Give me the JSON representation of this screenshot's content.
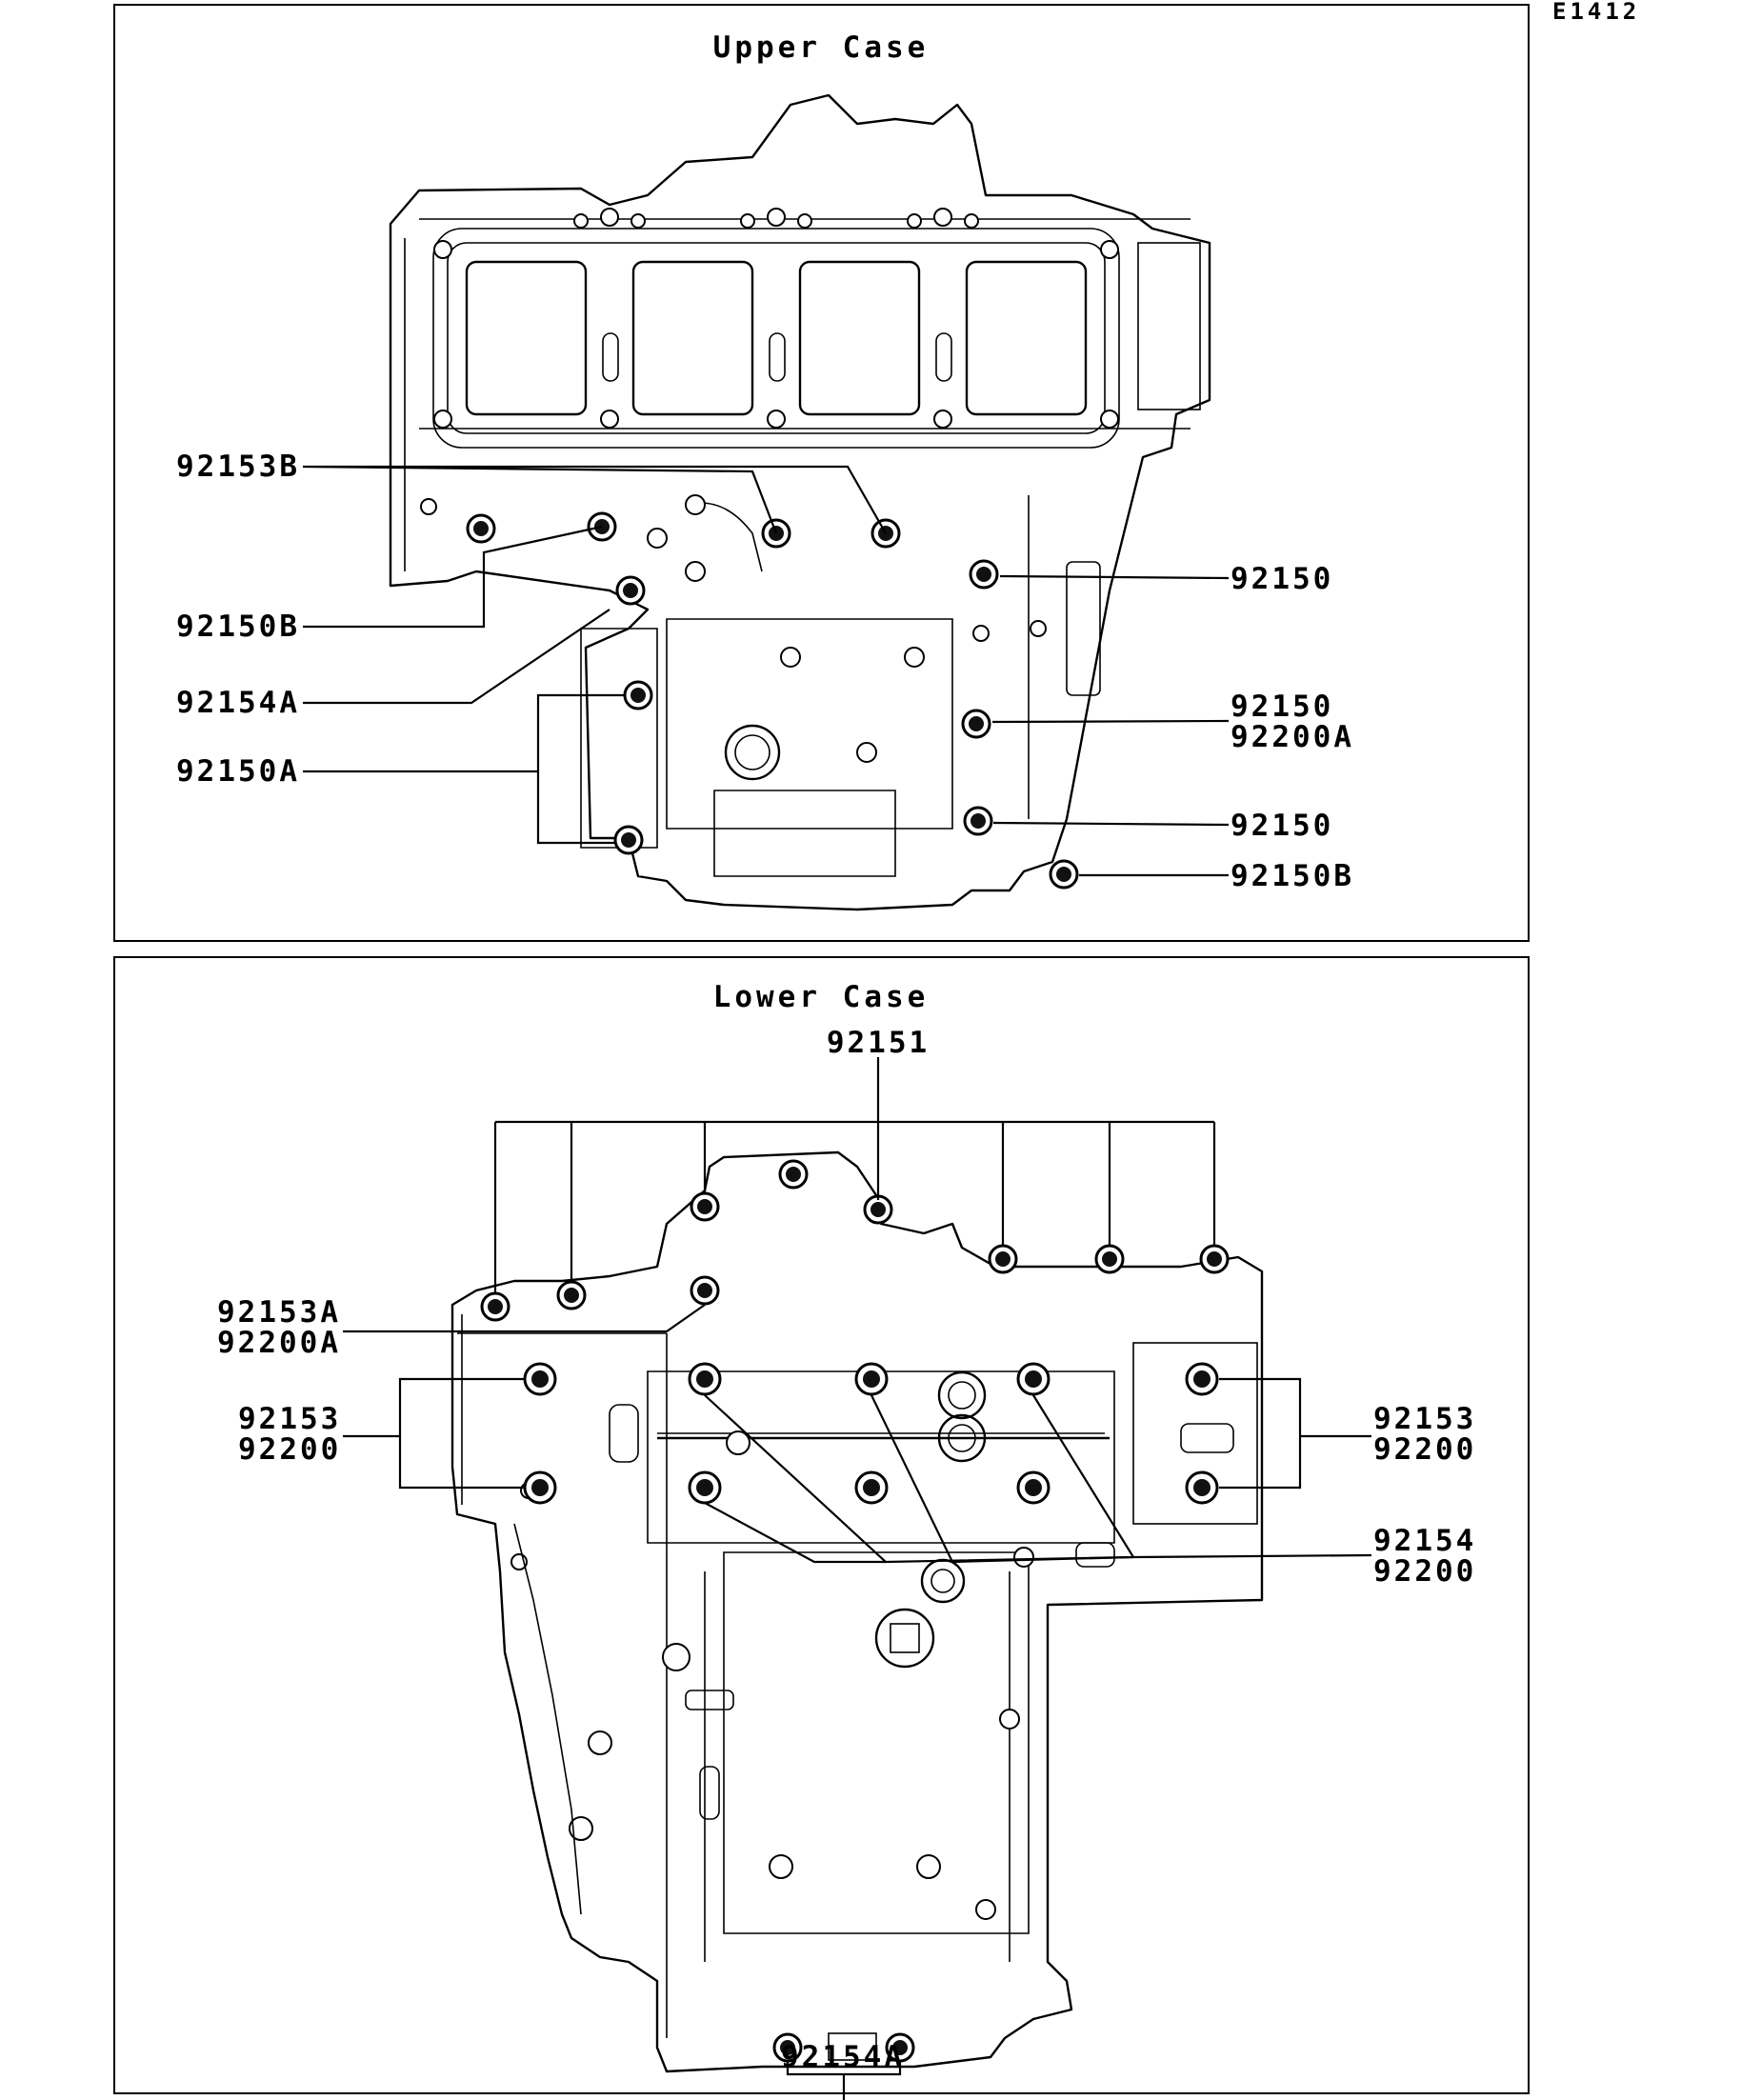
{
  "diagram_code": "E1412",
  "panels": {
    "upper": {
      "title": "Upper Case",
      "labels": {
        "l1": "92153B",
        "l2": "92150B",
        "l3": "92154A",
        "l4": "92150A",
        "r1": "92150",
        "r2a": "92150",
        "r2b": "92200A",
        "r3": "92150",
        "r4": "92150B"
      }
    },
    "lower": {
      "title": "Lower Case",
      "labels": {
        "top": "92151",
        "l1a": "92153A",
        "l1b": "92200A",
        "l2a": "92153",
        "l2b": "92200",
        "r1a": "92153",
        "r1b": "92200",
        "r2a": "92154",
        "r2b": "92200",
        "bottom": "92154A"
      }
    }
  }
}
